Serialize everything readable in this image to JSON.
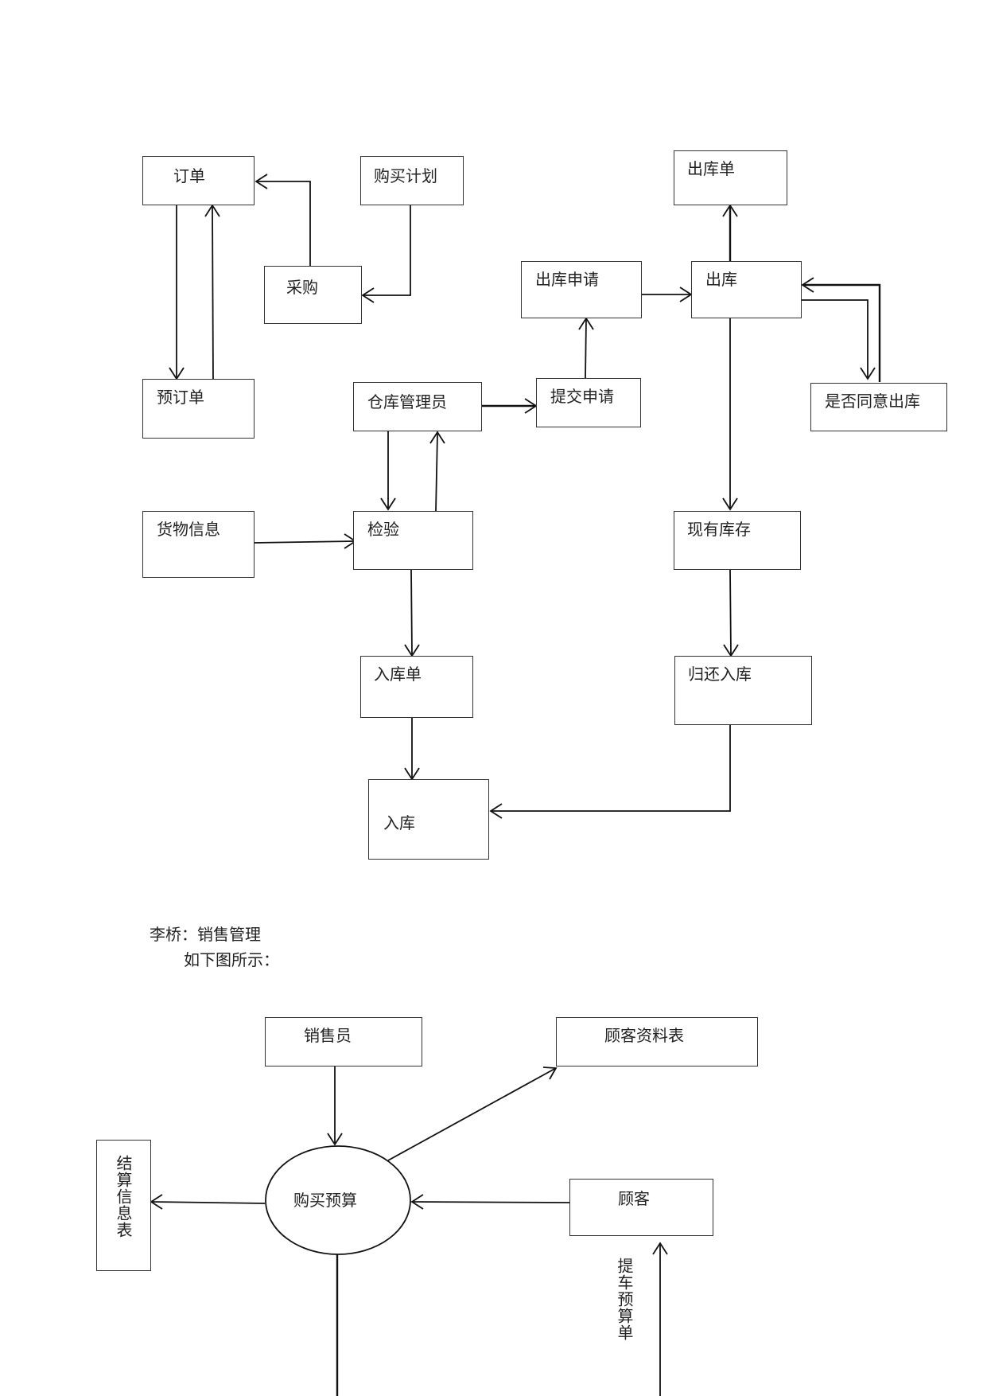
{
  "diagram1": {
    "nodes": {
      "order": "订单",
      "purchase_plan": "购买计划",
      "purchasing": "采购",
      "preorder": "预订单",
      "warehouse_manager": "仓库管理员",
      "goods_info": "货物信息",
      "inspection": "检验",
      "stockin_slip": "入库单",
      "stockin": "入库",
      "submit_request": "提交申请",
      "outbound_request": "出库申请",
      "outbound": "出库",
      "outbound_slip": "出库单",
      "approve_outbound": "是否同意出库",
      "current_stock": "现有库存",
      "return_stockin": "归还入库"
    }
  },
  "section": {
    "heading": "李桥：销售管理",
    "intro": "如下图所示："
  },
  "diagram2": {
    "nodes": {
      "salesperson": "销售员",
      "customer_table": "顾客资料表",
      "settlement_table": "结算信息表",
      "budget": "购买预算",
      "customer": "顾客"
    },
    "edge_labels": {
      "pickup_budget_form": "提车预算单"
    }
  }
}
